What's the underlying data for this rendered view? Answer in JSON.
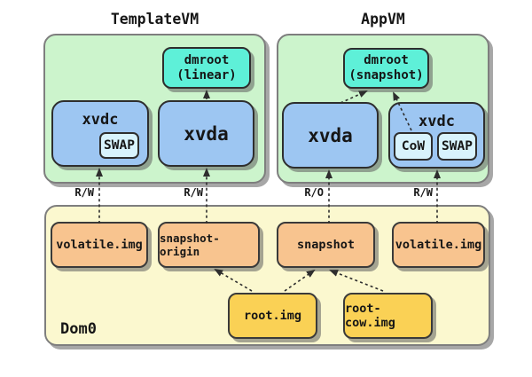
{
  "template_vm": {
    "title": "TemplateVM",
    "dmroot_line1": "dmroot",
    "dmroot_line2": "(linear)",
    "xvdc_label": "xvdc",
    "swap_label": "SWAP",
    "xvda_label": "xvda",
    "xvdc_access": "R/W",
    "xvda_access": "R/W"
  },
  "app_vm": {
    "title": "AppVM",
    "dmroot_line1": "dmroot",
    "dmroot_line2": "(snapshot)",
    "xvda_label": "xvda",
    "xvdc_label": "xvdc",
    "cow_label": "CoW",
    "swap_label": "SWAP",
    "xvda_access": "R/O",
    "xvdc_access": "R/W"
  },
  "dom0": {
    "title": "Dom0",
    "volatile_left": "volatile.img",
    "snapshot_origin": "snapshot-origin",
    "snapshot": "snapshot",
    "volatile_right": "volatile.img",
    "root_img": "root.img",
    "root_cow_img": "root-cow.img"
  },
  "colors": {
    "vm_background": "#ccf4cc",
    "dom0_background": "#fbf8cf",
    "device_blue": "#9dc6f2",
    "dmroot_cyan": "#5ef0d8",
    "inner_pale_blue": "#d8f3fd",
    "file_orange": "#f8c48f",
    "file_gold": "#fad155",
    "container_border": "#7e7e7e",
    "node_border": "#2e2e2e",
    "arrow": "#2e2e2e"
  }
}
